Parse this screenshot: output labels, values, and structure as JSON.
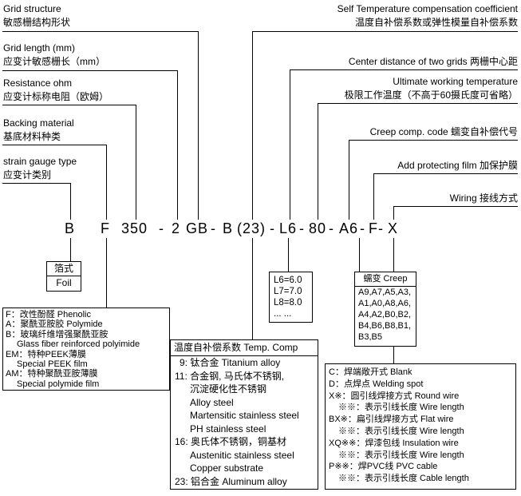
{
  "labels": {
    "left": [
      {
        "en": "Grid structure",
        "zh": "敏感栅结构形状"
      },
      {
        "en": "Grid length (mm)",
        "zh": "应变计敏感栅长（mm）"
      },
      {
        "en": "Resistance ohm",
        "zh": "应变计标称电阻（欧姆）"
      },
      {
        "en": "Backing material",
        "zh": "基底材料种类"
      },
      {
        "en": "strain gauge type",
        "zh": "应变计类别"
      }
    ],
    "right": [
      {
        "en": "Self Temperature compensation coefficient",
        "zh": "温度自补偿系数或弹性模量自补偿系数"
      },
      {
        "en": "Center distance of two grids 两栅中心距"
      },
      {
        "en": "Ultimate working temperature",
        "zh": "极限工作温度（不高于60摄氏度可省略）"
      },
      {
        "en": "Creep comp. code 蠕变自补偿代号"
      },
      {
        "en": "Add protecting film 加保护膜"
      },
      {
        "en": "Wiring 接线方式"
      }
    ]
  },
  "code": {
    "segments": [
      "B",
      "F",
      "350",
      "-",
      "2",
      "GB",
      "-",
      "B",
      "(23)",
      "-",
      "L6",
      "-",
      "80",
      "-",
      "A6",
      "-",
      "F",
      "-",
      "X"
    ]
  },
  "boxes": {
    "foil": {
      "lines": [
        "箔式",
        "Foil"
      ]
    },
    "backing": {
      "lines": [
        "F：改性酚醛  Phenolic",
        "A：聚酰亚胺胶  Polymide",
        "B：玻璃纤维增强聚酰亚胺",
        "Glass fiber reinforced polyimide",
        "EM：特种PEEK薄膜",
        "Special PEEK film",
        "AM：特种聚酰亚胺薄膜",
        "Special polymide film"
      ]
    },
    "temp_comp": {
      "header": "温度自补偿系数  Temp. Comp",
      "lines": [
        "9: 钛合金 Titanium alloy",
        "11: 合金钢, 马氏体不锈钢,",
        "沉淀硬化性不锈钢",
        "Alloy steel",
        "Martensitic stainless steel",
        "PH stainless steel",
        "16: 奥氏体不锈钢，铜基材",
        "Austenitic stainless steel",
        "Copper substrate",
        "23: 铝合金 Aluminum alloy"
      ]
    },
    "grid_distance": {
      "lines": [
        "L6=6.0",
        "L7=7.0",
        "L8=8.0",
        "... ..."
      ]
    },
    "creep": {
      "header": "蠕变 Creep",
      "lines": [
        "A9,A7,A5,A3,",
        "A1,A0,A8,A6,",
        "A4,A2,B0,B2,",
        "B4,B6,B8,B1,",
        "B3,B5"
      ]
    },
    "wiring": {
      "lines": [
        "C：焊端敞开式  Blank",
        "D：点焊点  Welding spot",
        "X※：圆引线焊接方式 Round wire",
        "※※：表示引线长度 Wire length",
        "BX※：扁引线焊接方式 Flat wire",
        "※※：表示引线长度 Wire length",
        "XQ※※：焊漆包线 Insulation wire",
        "※※：表示引线长度 Wire length",
        "P※※：焊PVC线 PVC cable",
        "※※：表示引线长度 Cable length"
      ]
    }
  }
}
